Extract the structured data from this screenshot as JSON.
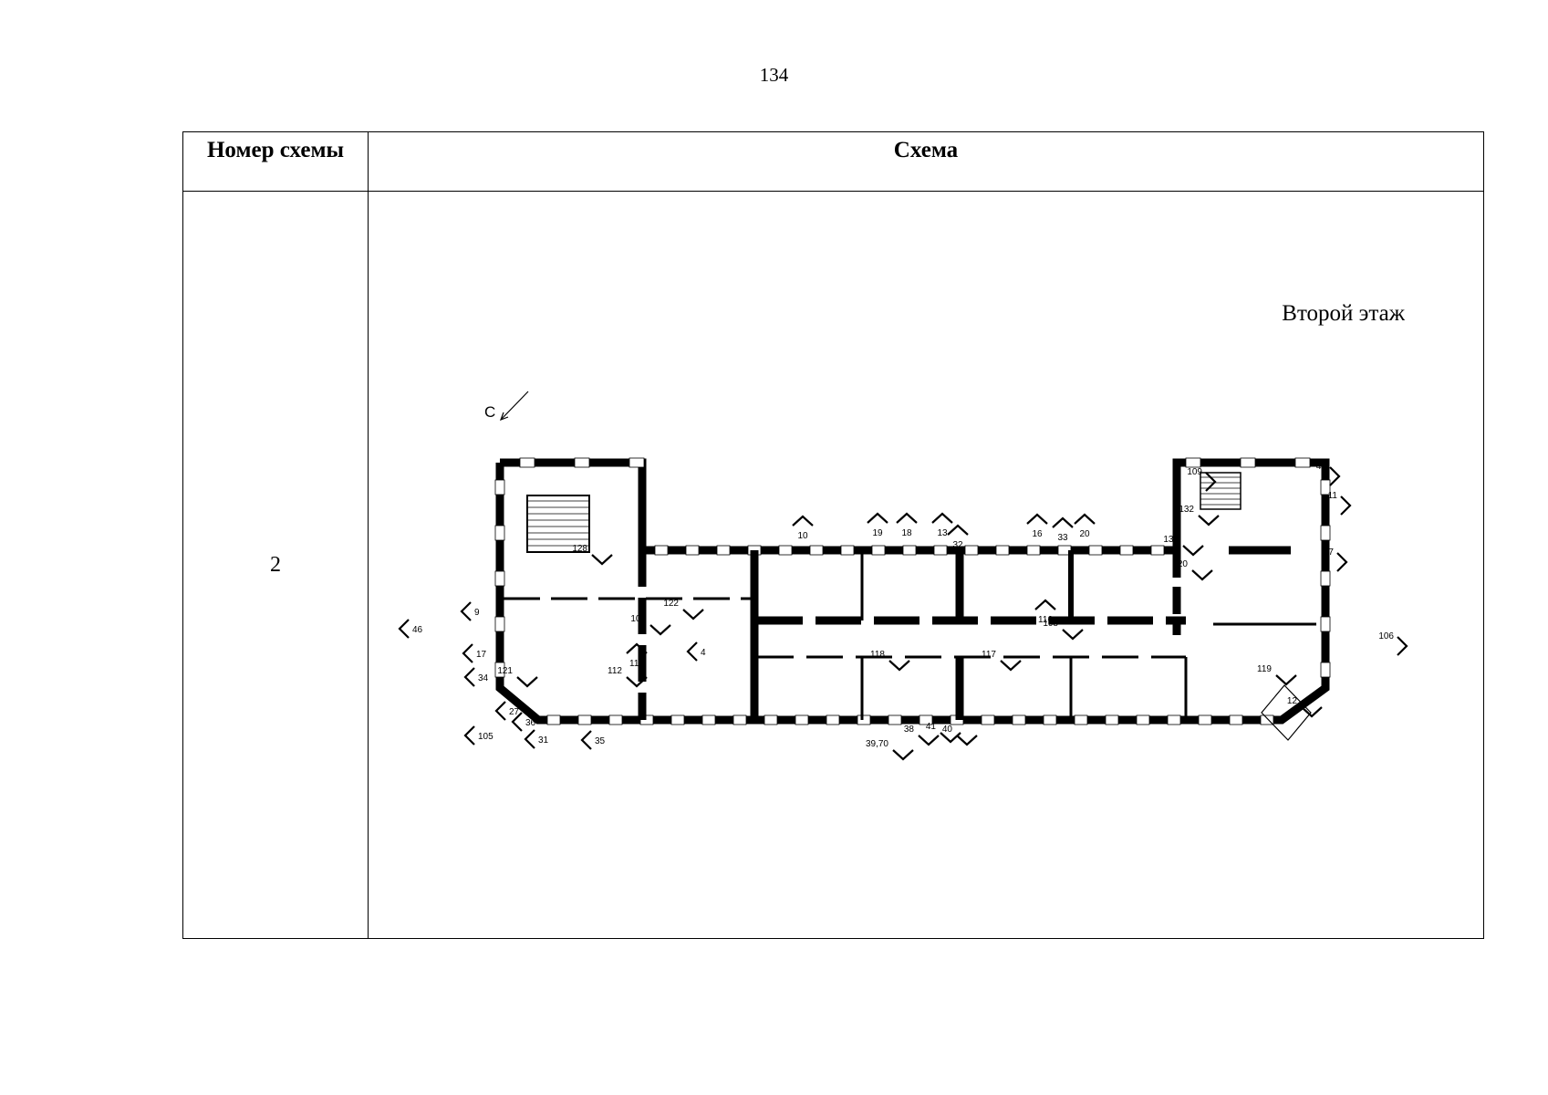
{
  "page_number": "134",
  "table": {
    "header": {
      "col1": "Номер схемы",
      "col2": "Схема"
    },
    "row": {
      "scheme_number": "2",
      "floor_label": "Второй этаж",
      "north_label": "С",
      "view_markers": [
        "10",
        "19",
        "18",
        "13",
        "32",
        "16",
        "33",
        "20",
        "109",
        "132",
        "133",
        "120",
        "42",
        "11",
        "37",
        "106",
        "12",
        "119",
        "116",
        "108",
        "118",
        "117",
        "128",
        "122",
        "107",
        "113",
        "4",
        "112",
        "121",
        "9",
        "46",
        "17",
        "34",
        "27",
        "36",
        "31",
        "105",
        "35",
        "39,70",
        "38",
        "41",
        "40"
      ]
    }
  }
}
